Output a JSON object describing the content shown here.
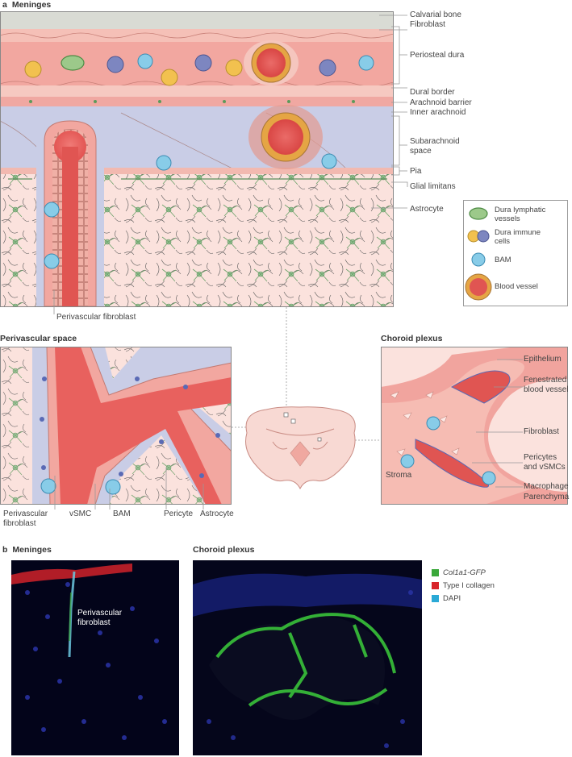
{
  "panel_a": {
    "letter": "a",
    "meninges_title": "Meninges",
    "layers": [
      "Calvarial bone",
      "Fibroblast",
      "Periosteal dura",
      "Dural border",
      "Arachnoid barrier",
      "Inner arachnoid",
      "Subarachnoid space",
      "Pia",
      "Glial limitans",
      "Astrocyte"
    ],
    "perivascular_fibroblast_label": "Perivascular fibroblast",
    "legend": {
      "lymphatic": "Dura lymphatic vessels",
      "immune": "Dura immune cells",
      "bam": "BAM",
      "vessel": "Blood vessel"
    },
    "perivascular_space": {
      "title": "Perivascular space",
      "labels": [
        "Perivascular fibroblast",
        "vSMC",
        "BAM",
        "Pericyte",
        "Astrocyte"
      ]
    },
    "choroid_plexus": {
      "title": "Choroid plexus",
      "labels": [
        "Epithelium",
        "Fenestrated blood vessel",
        "Fibroblast",
        "Pericytes and vSMCs",
        "Stroma",
        "Macrophage",
        "Parenchyma"
      ]
    }
  },
  "panel_b": {
    "letter": "b",
    "meninges_title": "Meninges",
    "choroid_title": "Choroid plexus",
    "annotation": "Perivascular fibroblast",
    "legend": [
      {
        "label": "Col1a1-GFP",
        "color": "#3aa83a"
      },
      {
        "label": "Type I collagen",
        "color": "#d8242a"
      },
      {
        "label": "DAPI",
        "color": "#2aa9d6"
      }
    ]
  },
  "colors": {
    "bone": "#d9dbd4",
    "dura": "#f2a7a0",
    "vessel": "#e8615e",
    "csf": "#c9cde6",
    "parenchyma": "#fbe2dd",
    "astro": "#9cc69a"
  }
}
